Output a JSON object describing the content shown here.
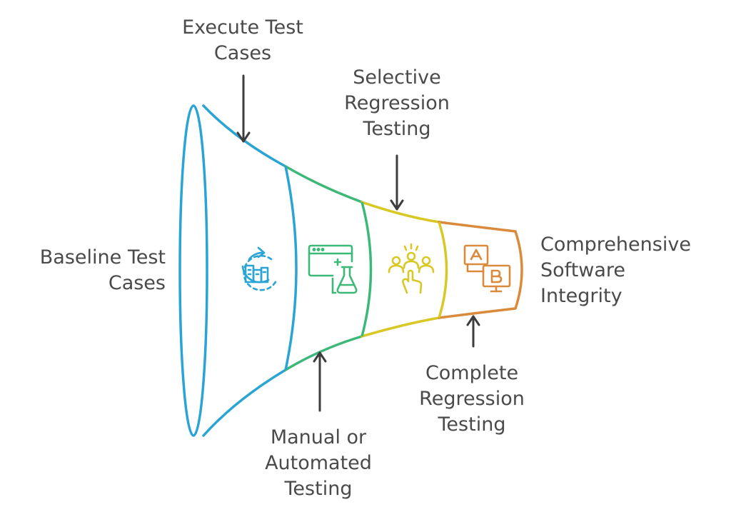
{
  "labels": {
    "baseline": "Baseline Test\nCases",
    "execute": "Execute Test\nCases",
    "manual": "Manual or\nAutomated\nTesting",
    "selective": "Selective\nRegression\nTesting",
    "complete": "Complete\nRegression\nTesting",
    "integrity": "Comprehensive\nSoftware\nIntegrity"
  },
  "icons": {
    "stage1": "cycle-building-icon",
    "stage2": "browser-flask-icon",
    "stage3": "team-selection-icon",
    "stage4": "ab-test-icon"
  },
  "colors": {
    "blue": "#2aa4d4",
    "green": "#3cb878",
    "yellow": "#d7c826",
    "orange": "#d98a3a",
    "arrow": "#3d3d3d",
    "text": "#4a4a4a"
  }
}
